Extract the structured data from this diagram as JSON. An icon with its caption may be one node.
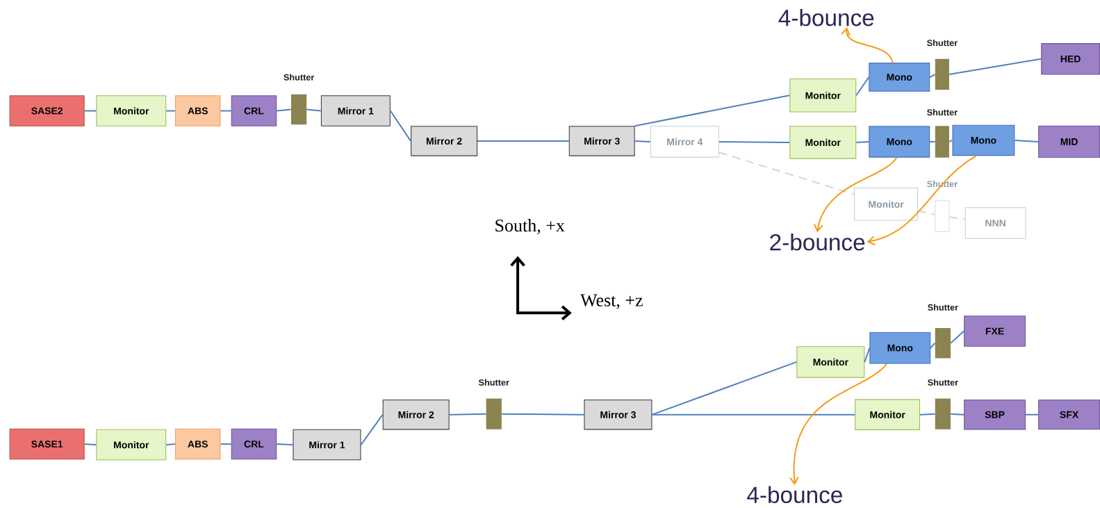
{
  "diagram": {
    "nodes": [
      {
        "text": [
          "SASE2"
        ]
      },
      {
        "text": [
          "Monitor"
        ]
      },
      {
        "text": [
          "ABS"
        ]
      },
      {
        "text": [
          "CRL"
        ]
      },
      {
        "text": [
          "Shutter"
        ]
      },
      {
        "text": [
          "Mirror 1"
        ]
      },
      {
        "text": [
          "Mirror 2"
        ]
      },
      {
        "text": [
          "Mirror 3"
        ]
      },
      {
        "text": [
          "Mirror 4"
        ]
      },
      {
        "text": [
          "Monitor"
        ]
      },
      {
        "text": [
          "Mono"
        ]
      },
      {
        "text": [
          "Shutter"
        ]
      },
      {
        "text": [
          "HED"
        ]
      },
      {
        "text": [
          "Monitor"
        ]
      },
      {
        "text": [
          "Mono"
        ]
      },
      {
        "text": [
          "Shutter"
        ]
      },
      {
        "text": [
          "Mono"
        ]
      },
      {
        "text": [
          "MID"
        ]
      },
      {
        "text": [
          "Monitor"
        ]
      },
      {
        "text": [
          "Shutter"
        ]
      },
      {
        "text": [
          "NNN"
        ]
      },
      {
        "text": [
          "4-bounce"
        ]
      },
      {
        "text": [
          "2-bounce"
        ]
      },
      {
        "text": [
          "SASE1"
        ]
      },
      {
        "text": [
          "Monitor"
        ]
      },
      {
        "text": [
          "ABS"
        ]
      },
      {
        "text": [
          "CRL"
        ]
      },
      {
        "text": [
          "Mirror 1"
        ]
      },
      {
        "text": [
          "Mirror 2"
        ]
      },
      {
        "text": [
          "Shutter"
        ]
      },
      {
        "text": [
          "Mirror 3"
        ]
      },
      {
        "text": [
          "Monitor"
        ]
      },
      {
        "text": [
          "Mono"
        ]
      },
      {
        "text": [
          "Shutter"
        ]
      },
      {
        "text": [
          "FXE"
        ]
      },
      {
        "text": [
          "Monitor"
        ]
      },
      {
        "text": [
          "Shutter"
        ]
      },
      {
        "text": [
          "SBP"
        ]
      },
      {
        "text": [
          "SFX"
        ]
      },
      {
        "text": [
          "4-bounce"
        ]
      }
    ],
    "edges": [
      {
        "from": 0,
        "to": 1,
        "arrow": "none"
      },
      {
        "from": 1,
        "to": 2,
        "arrow": "none"
      },
      {
        "from": 2,
        "to": 3,
        "arrow": "none"
      },
      {
        "from": 3,
        "to": 4,
        "arrow": "none"
      },
      {
        "from": 4,
        "to": 5,
        "arrow": "none"
      },
      {
        "from": 5,
        "to": 6,
        "arrow": "none"
      },
      {
        "from": 6,
        "to": 7,
        "arrow": "none"
      },
      {
        "from": 7,
        "to": 9,
        "arrow": "none"
      },
      {
        "from": 9,
        "to": 10,
        "arrow": "none"
      },
      {
        "from": 10,
        "to": 11,
        "arrow": "none"
      },
      {
        "from": 11,
        "to": 12,
        "arrow": "none"
      },
      {
        "from": 7,
        "to": 8,
        "arrow": "none"
      },
      {
        "from": 8,
        "to": 13,
        "arrow": "none"
      },
      {
        "from": 13,
        "to": 14,
        "arrow": "none"
      },
      {
        "from": 14,
        "to": 15,
        "arrow": "none"
      },
      {
        "from": 15,
        "to": 16,
        "arrow": "none"
      },
      {
        "from": 16,
        "to": 17,
        "arrow": "none"
      },
      {
        "from": 8,
        "to": 18,
        "arrow": "none",
        "style": "dashed",
        "color": "#c8dbe3"
      },
      {
        "from": 18,
        "to": 19,
        "arrow": "none",
        "style": "dashed",
        "color": "#c8dbe3"
      },
      {
        "from": 19,
        "to": 20,
        "arrow": "none",
        "style": "dashed",
        "color": "#c8dbe3"
      },
      {
        "from": 10,
        "to": 21,
        "arrow": "to",
        "color": "#f59a1b"
      },
      {
        "from": 14,
        "to": 22,
        "arrow": "to",
        "color": "#f59a1b"
      },
      {
        "from": 16,
        "to": 22,
        "arrow": "to",
        "color": "#f59a1b"
      },
      {
        "from": 23,
        "to": 24,
        "arrow": "none"
      },
      {
        "from": 24,
        "to": 25,
        "arrow": "none"
      },
      {
        "from": 25,
        "to": 26,
        "arrow": "none"
      },
      {
        "from": 26,
        "to": 27,
        "arrow": "none"
      },
      {
        "from": 27,
        "to": 28,
        "arrow": "none"
      },
      {
        "from": 28,
        "to": 29,
        "arrow": "none"
      },
      {
        "from": 29,
        "to": 30,
        "arrow": "none"
      },
      {
        "from": 30,
        "to": 31,
        "arrow": "none"
      },
      {
        "from": 31,
        "to": 32,
        "arrow": "none"
      },
      {
        "from": 32,
        "to": 33,
        "arrow": "none"
      },
      {
        "from": 33,
        "to": 34,
        "arrow": "none"
      },
      {
        "from": 30,
        "to": 35,
        "arrow": "none"
      },
      {
        "from": 35,
        "to": 36,
        "arrow": "none"
      },
      {
        "from": 36,
        "to": 37,
        "arrow": "none"
      },
      {
        "from": 37,
        "to": 38,
        "arrow": "none"
      },
      {
        "from": 32,
        "to": 39,
        "arrow": "to",
        "color": "#f59a1b"
      }
    ],
    "labels": [
      "South, +x",
      "West, +z"
    ]
  }
}
